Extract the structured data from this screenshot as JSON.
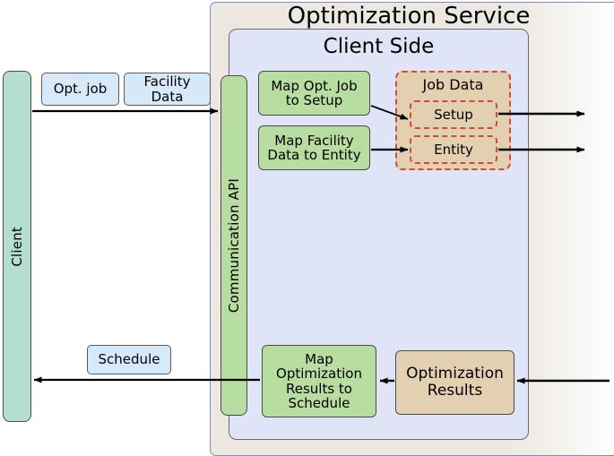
{
  "diagram": {
    "title": "Optimization Service",
    "subtitle": "Client Side",
    "lifelines": {
      "client": "Client",
      "communication_api": "Communication API"
    },
    "messages": {
      "opt_job": "Opt. job",
      "facility_data": "Facility\nData",
      "schedule": "Schedule"
    },
    "mappers": {
      "map_opt_job_to_setup": "Map Opt. Job\nto Setup",
      "map_facility_data_to_entity": "Map Facility\nData to Entity",
      "map_optimization_results_to_schedule": "Map\nOptimization\nResults to\nSchedule"
    },
    "data_objects": {
      "job_data_group": "Job Data",
      "setup": "Setup",
      "entity": "Entity",
      "optimization_results": "Optimization\nResults"
    },
    "colors": {
      "service_panel_bg": "#ece8e1",
      "service_panel_border": "#7b8ec4",
      "client_side_panel_bg": "#dfe4f6",
      "client_side_panel_border": "#6a6a6a",
      "client_lifeline": "#b5ded3",
      "communication_api_lifeline": "#b8dda0",
      "message_box": "#d6e9f8",
      "mapper_box": "#b8dda0",
      "data_box": "#e3d0b0",
      "dashed_border": "#d14b3c",
      "arrow": "#000000"
    },
    "arrows": [
      {
        "name": "client-to-communication-api",
        "from": "Client",
        "to": "Communication API",
        "direction": "right"
      },
      {
        "name": "map-opt-job-to-setup",
        "from": "Map Opt. Job to Setup",
        "to": "Setup",
        "direction": "right"
      },
      {
        "name": "map-facility-data-to-entity",
        "from": "Map Facility Data to Entity",
        "to": "Entity",
        "direction": "right"
      },
      {
        "name": "setup-outbound",
        "from": "Setup",
        "to": "external",
        "direction": "right"
      },
      {
        "name": "entity-outbound",
        "from": "Entity",
        "to": "external",
        "direction": "right"
      },
      {
        "name": "external-to-optimization-results",
        "from": "external",
        "to": "Optimization Results",
        "direction": "left"
      },
      {
        "name": "optimization-results-to-mapper",
        "from": "Optimization Results",
        "to": "Map Optimization Results to Schedule",
        "direction": "left"
      },
      {
        "name": "communication-api-to-client",
        "from": "Communication API",
        "to": "Client",
        "direction": "left"
      }
    ]
  }
}
